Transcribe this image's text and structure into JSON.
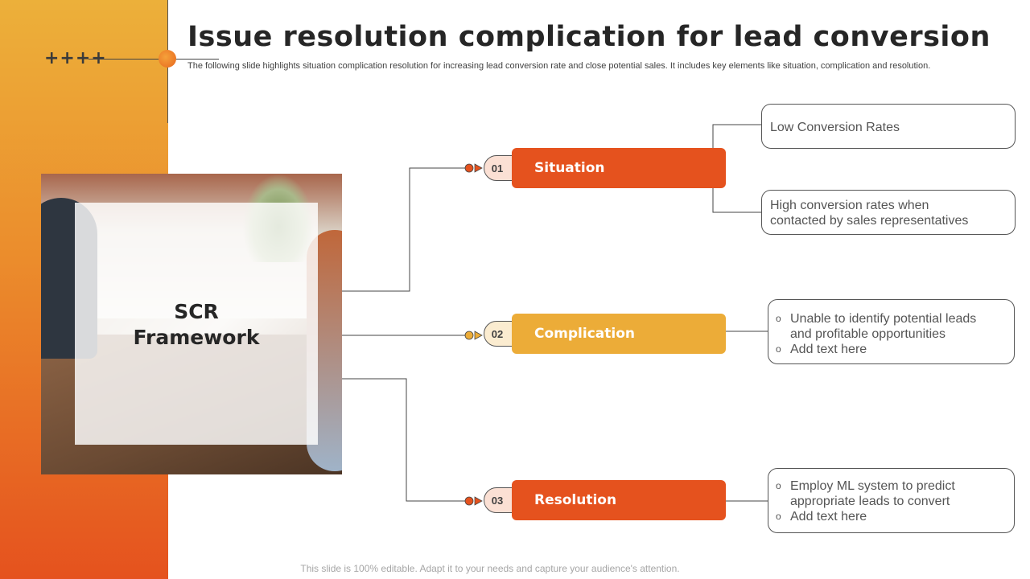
{
  "header": {
    "title": "Issue resolution complication for lead conversion",
    "subtitle": "The following slide highlights situation complication resolution for increasing lead conversion rate and close potential sales. It includes key elements like situation, complication and resolution.",
    "decor_marks": "++++"
  },
  "framework": {
    "label_line1": "SCR",
    "label_line2": "Framework"
  },
  "steps": [
    {
      "number": "01",
      "label": "Situation",
      "color": "#e5521e"
    },
    {
      "number": "02",
      "label": "Complication",
      "color": "#ecac38"
    },
    {
      "number": "03",
      "label": "Resolution",
      "color": "#e5521e"
    }
  ],
  "situation_notes": [
    {
      "text": "Low Conversion Rates"
    },
    {
      "text_line1": "High conversion rates when",
      "text_line2": "contacted by sales representatives"
    }
  ],
  "complication_note": {
    "bullet1_line1": "Unable to identify potential leads",
    "bullet1_line2": "and profitable opportunities",
    "bullet2": "Add text here"
  },
  "resolution_note": {
    "bullet1_line1": "Employ ML system to predict",
    "bullet1_line2": "appropriate leads to convert",
    "bullet2": "Add text here"
  },
  "bullet_glyph": "o",
  "footer": "This slide is 100% editable. Adapt it to your needs and capture your audience's attention.",
  "colors": {
    "accent_orange": "#e5521e",
    "accent_amber": "#ecac38",
    "sidebar_top": "#ecb03a"
  }
}
